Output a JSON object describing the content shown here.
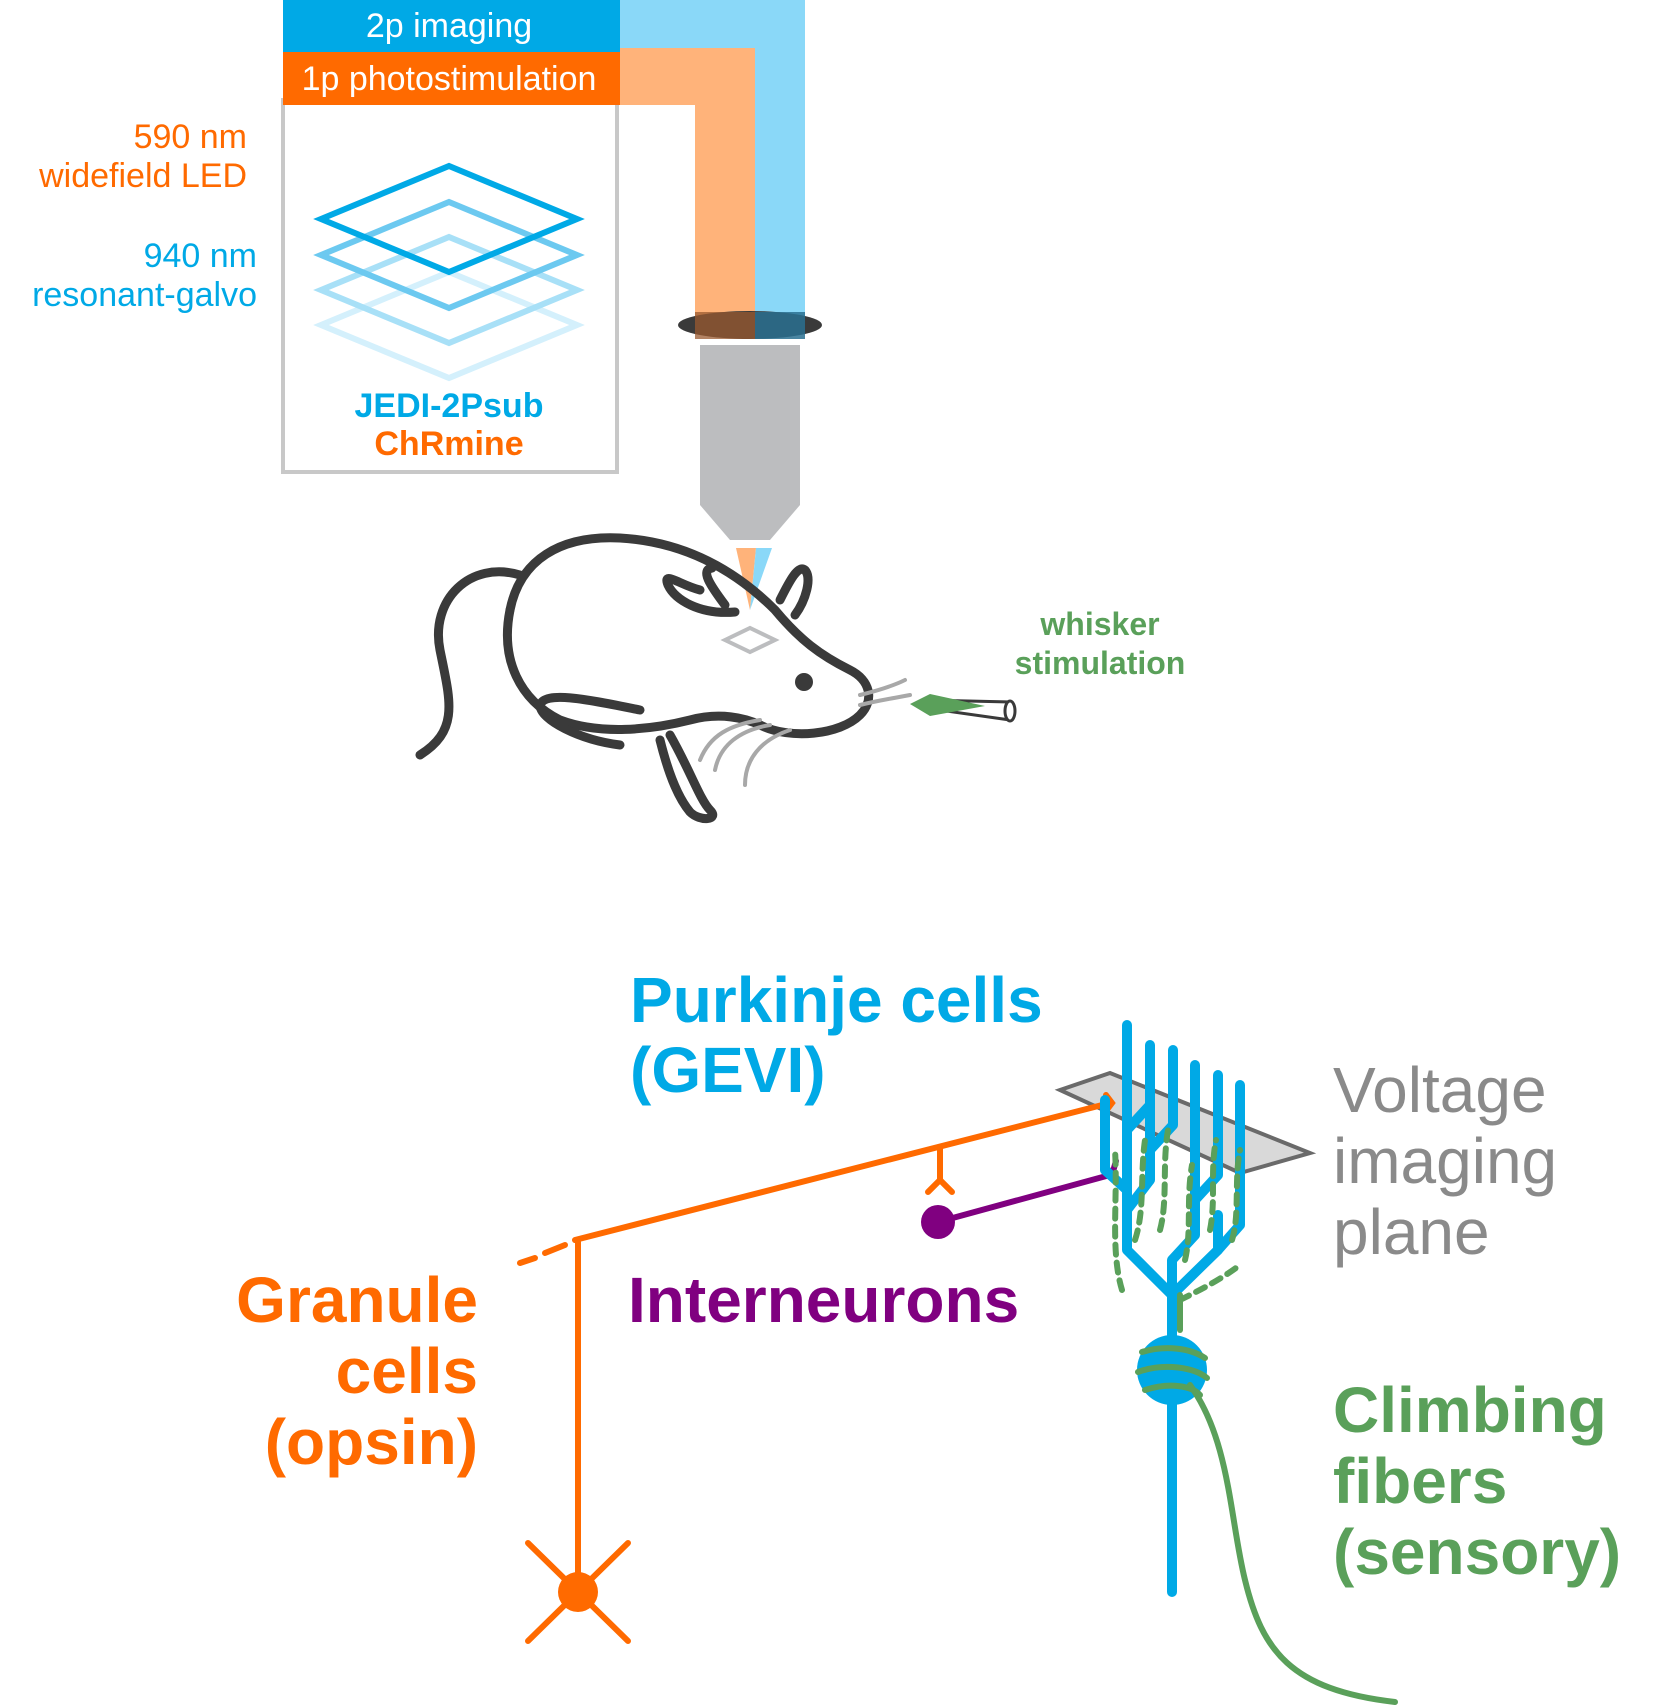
{
  "top_panel": {
    "beam_labels": {
      "imaging": "2p imaging",
      "photostim": "1p photostimulation"
    },
    "led_label": {
      "line1": "590 nm",
      "line2": "widefield LED"
    },
    "galvo_label": {
      "line1": "940 nm",
      "line2": "resonant-galvo"
    },
    "indicator": "JEDI-2Psub",
    "opsin": "ChRmine",
    "whisker": {
      "line1": "whisker",
      "line2": "stimulation"
    }
  },
  "bottom_panel": {
    "purkinje": {
      "line1": "Purkinje cells",
      "line2": "(GEVI)"
    },
    "voltage_plane": {
      "line1": "Voltage",
      "line2": "imaging",
      "line3": "plane"
    },
    "granule": {
      "line1": "Granule",
      "line2": "cells",
      "line3": "(opsin)"
    },
    "interneurons": "Interneurons",
    "climbing": {
      "line1": "Climbing",
      "line2": "fibers",
      "line3": "(sensory)"
    }
  },
  "colors": {
    "blue": "#00a9e6",
    "light_blue": "#8ad8f8",
    "orange": "#ff6a00",
    "light_orange": "#ffb37a",
    "purple": "#800080",
    "green": "#5aa05a",
    "gray": "#8a8a8a",
    "dark": "#3a3a3a"
  }
}
